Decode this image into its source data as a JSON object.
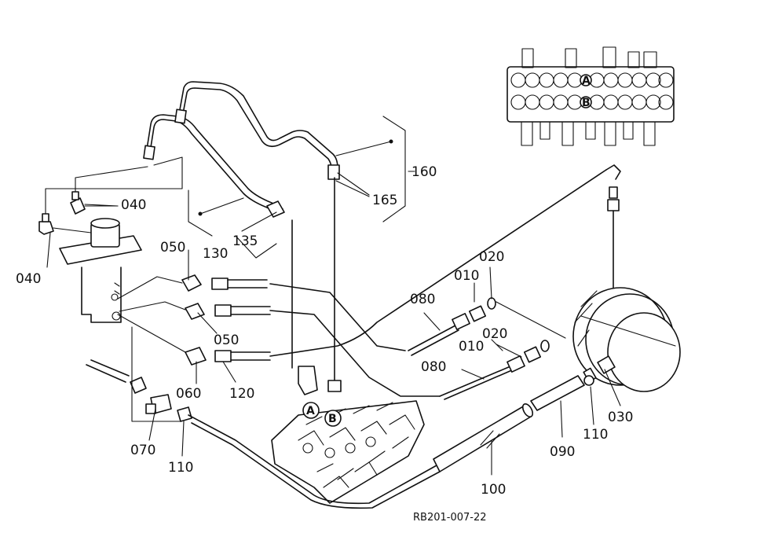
{
  "parts": {
    "p010_a": "010",
    "p010_b": "010",
    "p020_a": "020",
    "p020_b": "020",
    "p030": "030",
    "p040_a": "040",
    "p040_b": "040",
    "p050_a": "050",
    "p050_b": "050",
    "p060": "060",
    "p070": "070",
    "p080_a": "080",
    "p080_b": "080",
    "p090": "090",
    "p100": "100",
    "p110_a": "110",
    "p110_b": "110",
    "p120": "120",
    "p130": "130",
    "p135": "135",
    "p160": "160",
    "p165": "165"
  },
  "ports": {
    "a_main": "A",
    "b_main": "B",
    "a_inset": "A",
    "b_inset": "B"
  },
  "drawing_code": "RB201-007-22"
}
